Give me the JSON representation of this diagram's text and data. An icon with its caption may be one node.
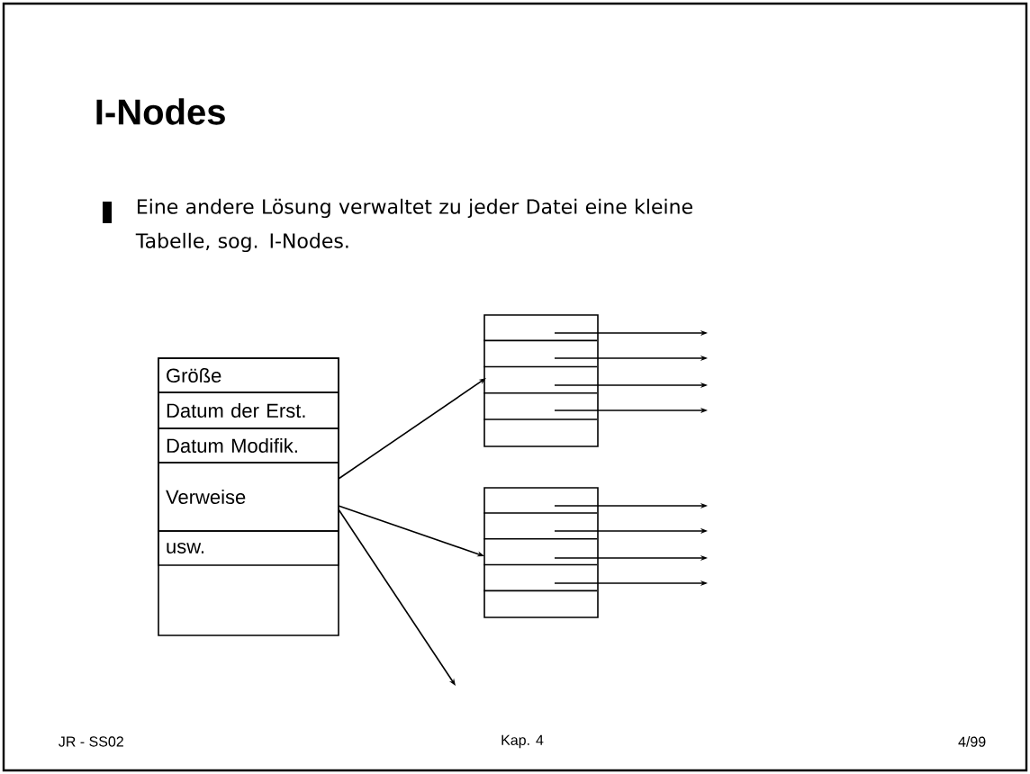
{
  "diagram": {
    "title": "I-Nodes",
    "nodes": [
      {
        "text": [],
        "shape": "box"
      },
      {
        "text": [
          "Größe"
        ],
        "in": 0
      },
      {
        "text": [
          "Datum der Erst."
        ],
        "in": 0
      },
      {
        "text": [
          "Datum Modifik."
        ],
        "in": 0
      },
      {
        "text": [
          "Verweise"
        ],
        "in": 0
      },
      {
        "text": [
          "usw."
        ],
        "in": 0
      },
      {
        "text": [],
        "shape": "box"
      },
      {
        "text": [],
        "shape": "box"
      }
    ],
    "edges": [
      {
        "from": 4,
        "to": 6,
        "arrow": "to"
      },
      {
        "from": 4,
        "to": 7,
        "arrow": "to"
      },
      {
        "from": 4,
        "to": null,
        "arrow": "to"
      },
      {
        "from": 6,
        "to": null,
        "arrow": "to"
      },
      {
        "from": 6,
        "to": null,
        "arrow": "to"
      },
      {
        "from": 6,
        "to": null,
        "arrow": "to"
      },
      {
        "from": 6,
        "to": null,
        "arrow": "to"
      },
      {
        "from": 7,
        "to": null,
        "arrow": "to"
      },
      {
        "from": 7,
        "to": null,
        "arrow": "to"
      },
      {
        "from": 7,
        "to": null,
        "arrow": "to"
      },
      {
        "from": 7,
        "to": null,
        "arrow": "to"
      }
    ],
    "labels": [
      "Eine andere Lösung verwaltet zu jeder Datei eine kleine Tabelle, sog. I-Nodes.",
      "JR - SS02",
      "Kap. 4",
      "4/99"
    ]
  }
}
